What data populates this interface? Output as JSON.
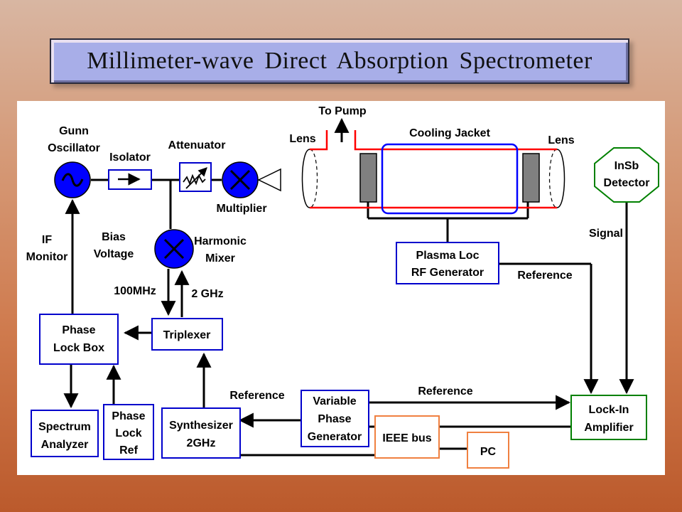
{
  "title": "Millimeter-wave Direct Absorption Spectrometer",
  "labels": {
    "gunn_line1": "Gunn",
    "gunn_line2": "Oscillator",
    "isolator": "Isolator",
    "attenuator": "Attenuator",
    "multiplier": "Multiplier",
    "harmonic_line1": "Harmonic",
    "harmonic_line2": "Mixer",
    "bias_line1": "Bias",
    "bias_line2": "Voltage",
    "if_line1": "IF",
    "if_line2": "Monitor",
    "freq_100": "100MHz",
    "freq_2g": "2 GHz",
    "to_pump": "To Pump",
    "lens_left": "Lens",
    "lens_right": "Lens",
    "cooling_jacket": "Cooling Jacket",
    "signal": "Signal",
    "reference_plasma": "Reference",
    "reference_synth": "Reference",
    "reference_vpg": "Reference"
  },
  "boxes": {
    "phase_lock_box": [
      "Phase",
      "Lock Box"
    ],
    "triplexer": [
      "Triplexer"
    ],
    "spectrum_analyzer": [
      "Spectrum",
      "Analyzer"
    ],
    "phase_lock_ref": [
      "Phase",
      "Lock",
      "Ref"
    ],
    "synthesizer": [
      "Synthesizer",
      "2GHz"
    ],
    "variable_phase_generator": [
      "Variable",
      "Phase",
      "Generator"
    ],
    "ieee_bus": [
      "IEEE bus"
    ],
    "pc": [
      "PC"
    ],
    "plasma_loc": [
      "Plasma Loc",
      "RF Generator"
    ],
    "lock_in": [
      "Lock-In",
      "Amplifier"
    ],
    "insb_detector": [
      "InSb",
      "Detector"
    ]
  },
  "colors": {
    "blue": "#0000cc",
    "green": "#008000",
    "orange": "#f08040",
    "red": "#ff0000",
    "component_fill": "#0000ff",
    "gray": "#808080"
  }
}
